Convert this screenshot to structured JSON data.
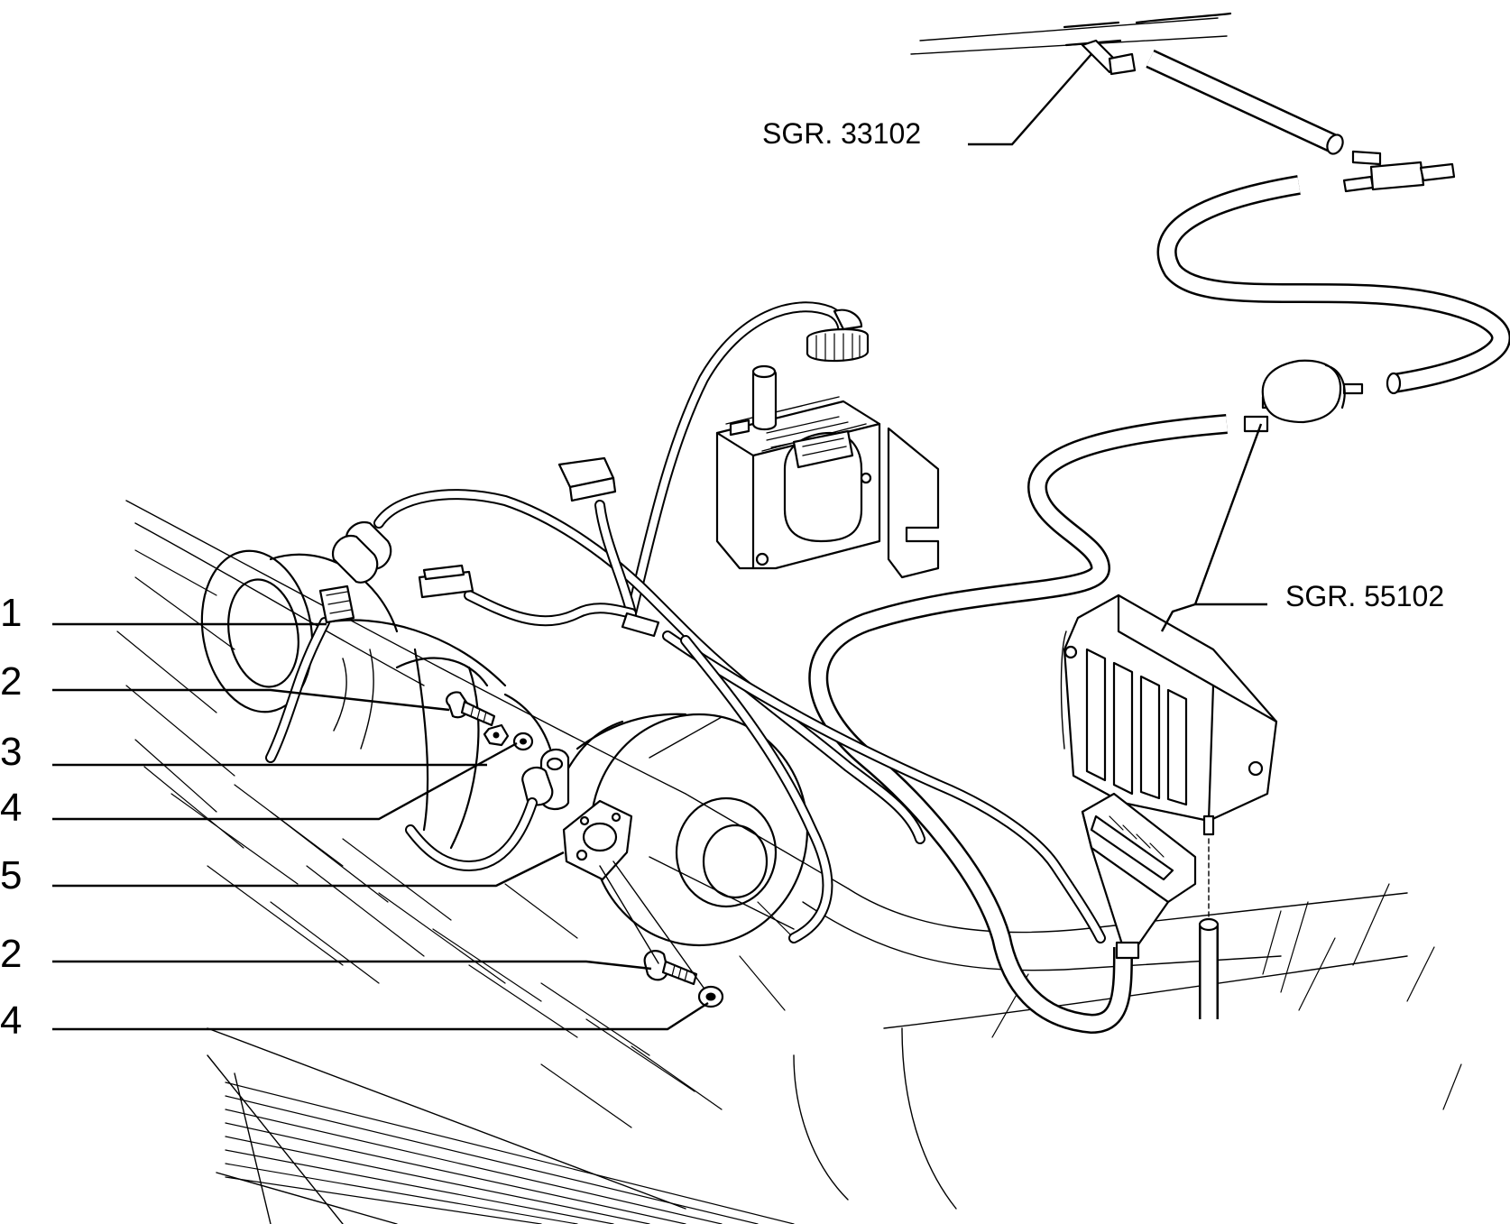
{
  "callouts": {
    "c1": "1",
    "c2a": "2",
    "c3": "3",
    "c4a": "4",
    "c5": "5",
    "c2b": "2",
    "c4b": "4"
  },
  "references": {
    "upper": "SGR. 33102",
    "lower": "SGR. 55102"
  }
}
